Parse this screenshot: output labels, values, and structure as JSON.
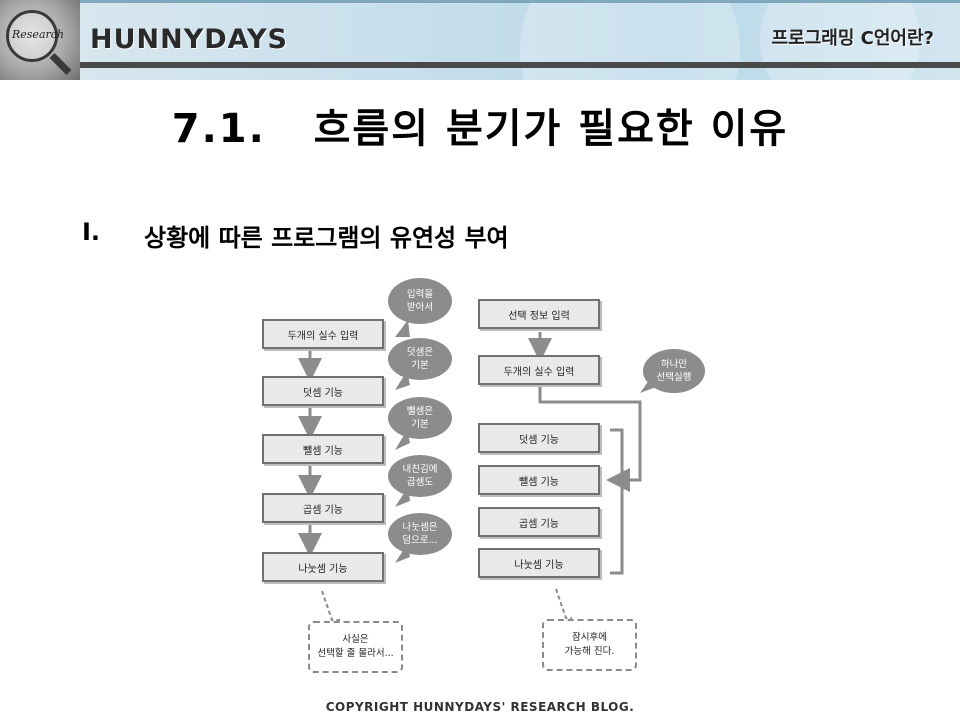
{
  "header": {
    "brand": "HUNNYDAYS",
    "subject": "프로그래밍 C언어란?",
    "lens_text": "Research"
  },
  "slide": {
    "title": "7.1.   흐름의 분기가 필요한 이유",
    "bullet_number": "I.",
    "bullet_text": "상황에 따른 프로그램의 유연성 부여"
  },
  "diagram": {
    "left_flow": [
      "두개의 실수 입력",
      "덧셈 기능",
      "뺄셈 기능",
      "곱셈 기능",
      "나눗셈 기능"
    ],
    "left_bubbles": [
      "입력을\n받아서",
      "덧셈은\n기본",
      "뺄셈은\n기본",
      "내친김에\n곱셈도",
      "나눗셈은\n덤으로..."
    ],
    "left_note": "사실은\n선택할 줄 몰라서...",
    "right_top": [
      "선택 정보 입력",
      "두개의 실수 입력"
    ],
    "right_bubble": "하나만\n선택실행",
    "right_options": [
      "덧셈 기능",
      "뺄셈 기능",
      "곱셈 기능",
      "나눗셈 기능"
    ],
    "right_note": "잠시후에\n가능해 진다."
  },
  "footer": {
    "copyright": "COPYRIGHT HUNNYDAYS' RESEARCH BLOG."
  }
}
